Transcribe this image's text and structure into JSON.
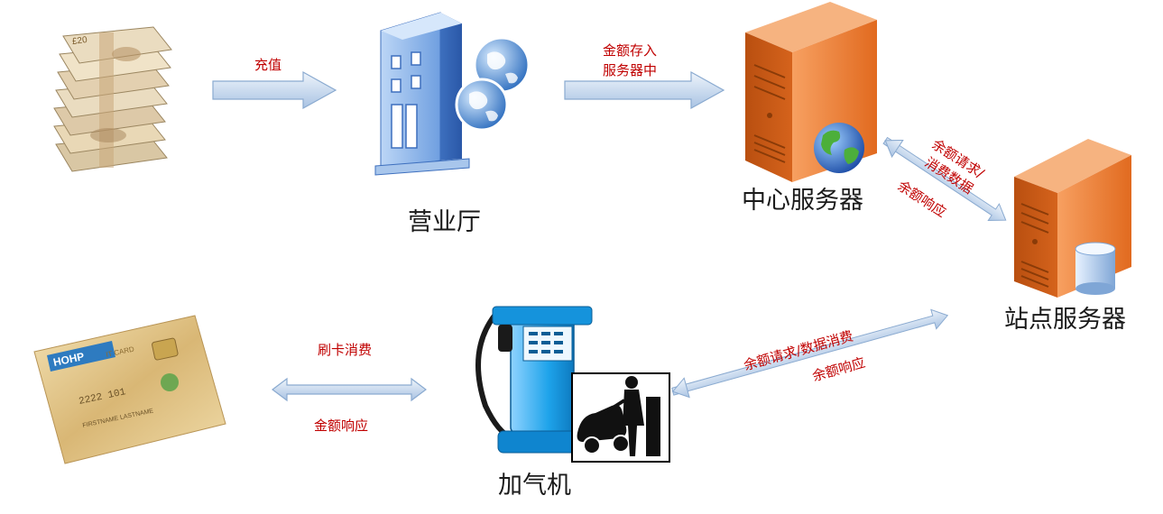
{
  "nodes": {
    "business_hall": "营业厅",
    "central_server": "中心服务器",
    "station_server": "站点服务器",
    "gas_dispenser": "加气机"
  },
  "edges": {
    "recharge": "充值",
    "store_line1": "金额存入",
    "store_line2": "服务器中",
    "center_station_req_line1": "余额请求/",
    "center_station_req_line2": "消费数据",
    "center_station_resp": "余额响应",
    "station_dispenser_req": "余额请求/数据消费",
    "station_dispenser_resp": "余额响应",
    "card_swipe": "刷卡消费",
    "card_resp": "金额响应"
  },
  "card": {
    "brand": "HOHP",
    "text": "IT CARD",
    "number": "2222 101",
    "name": "FIRSTNAME LASTNAME"
  },
  "banknote_mark": "£20",
  "colors": {
    "label_red": "#c00000",
    "arrow_fill": "#c6d9f0",
    "arrow_stroke": "#8aaad0",
    "server_orange": "#e8762b",
    "building_blue": "#5b8fd6"
  }
}
